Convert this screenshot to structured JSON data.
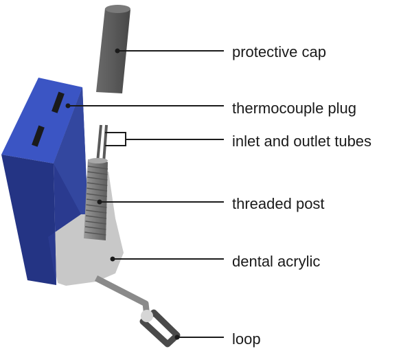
{
  "labels": {
    "protective_cap": "protective cap",
    "thermocouple_plug": "thermocouple plug",
    "inlet_outlet_tubes": "inlet and outlet tubes",
    "threaded_post": "threaded post",
    "dental_acrylic": "dental acrylic",
    "loop": "loop"
  },
  "colors": {
    "plug_front": "#2a3a8f",
    "plug_side": "#1c2a6e",
    "plug_top": "#3b55c4",
    "acrylic": "#c8c8c8",
    "cap": "#5c5c5c",
    "post": "#8a8a8a",
    "leader": "#1a1a1a"
  }
}
